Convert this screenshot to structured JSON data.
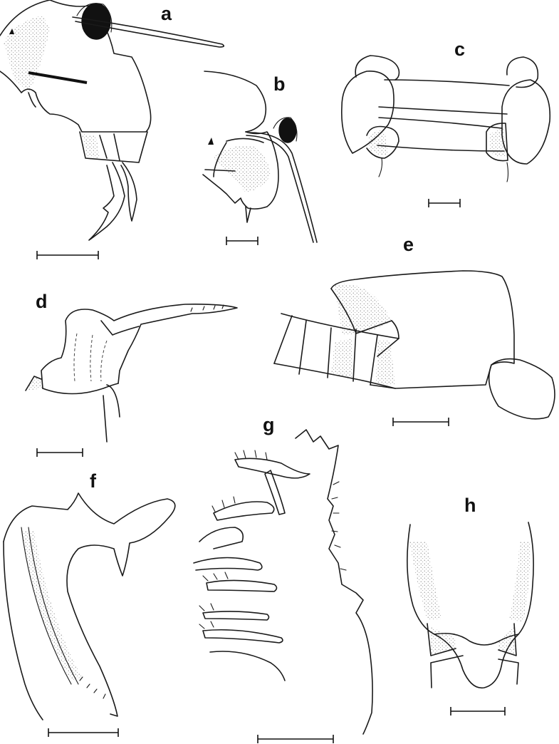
{
  "panels": {
    "a": {
      "label": "a"
    },
    "b": {
      "label": "b"
    },
    "c": {
      "label": "c"
    },
    "d": {
      "label": "d"
    },
    "e": {
      "label": "e"
    },
    "f": {
      "label": "f"
    },
    "g": {
      "label": "g"
    },
    "h": {
      "label": "h"
    }
  },
  "colors": {
    "ink": "#111111",
    "background": "#ffffff"
  }
}
